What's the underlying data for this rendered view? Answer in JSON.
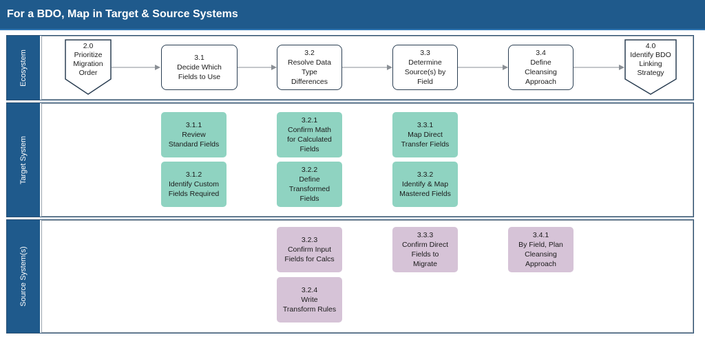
{
  "title": "For a BDO, Map in Target & Source Systems",
  "lanes": {
    "ecosystem": "Ecosystem",
    "target": "Target System",
    "source": "Source System(s)"
  },
  "nodes": {
    "n2_0": "2.0\nPrioritize\nMigration\nOrder",
    "n3_1": "3.1\nDecide Which\nFields to Use",
    "n3_2": "3.2\nResolve Data\nType\nDifferences",
    "n3_3": "3.3\nDetermine\nSource(s) by\nField",
    "n3_4": "3.4\nDefine\nCleansing\nApproach",
    "n4_0": "4.0\nIdentify BDO\nLinking\nStrategy",
    "n3_1_1": "3.1.1\nReview\nStandard Fields",
    "n3_1_2": "3.1.2\nIdentify Custom\nFields Required",
    "n3_2_1": "3.2.1\nConfirm Math\nfor Calculated\nFields",
    "n3_2_2": "3.2.2\nDefine\nTransformed\nFields",
    "n3_3_1": "3.3.1\nMap Direct\nTransfer Fields",
    "n3_3_2": "3.3.2\nIdentify & Map\nMastered Fields",
    "n3_2_3": "3.2.3\nConfirm Input\nFields for Calcs",
    "n3_2_4": "3.2.4\nWrite\nTransform Rules",
    "n3_3_3": "3.3.3\nConfirm Direct\nFields to\nMigrate",
    "n3_4_1": "3.4.1\nBy Field, Plan\nCleansing\nApproach"
  },
  "colors": {
    "header": "#1f5a8c",
    "target_step": "#8fd3c1",
    "source_step": "#d6c3d7",
    "border": "#2a3e52"
  }
}
